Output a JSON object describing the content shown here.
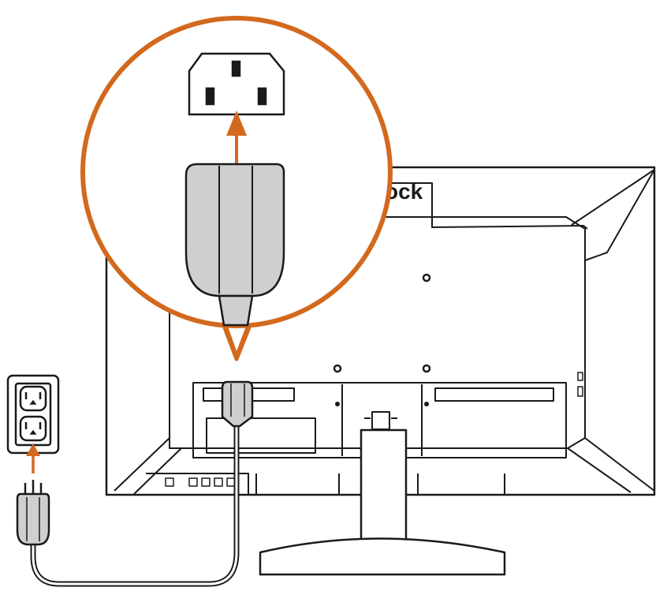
{
  "diagram": {
    "brand_text": "ock",
    "colors": {
      "accent": "#d2691e",
      "line": "#1a1a1a",
      "plug_fill": "#cfcfcf",
      "background": "#ffffff"
    },
    "icons": [
      "monitor-back",
      "power-socket-c13",
      "power-plug-c14",
      "wall-outlet",
      "mains-plug",
      "arrow-up"
    ]
  }
}
